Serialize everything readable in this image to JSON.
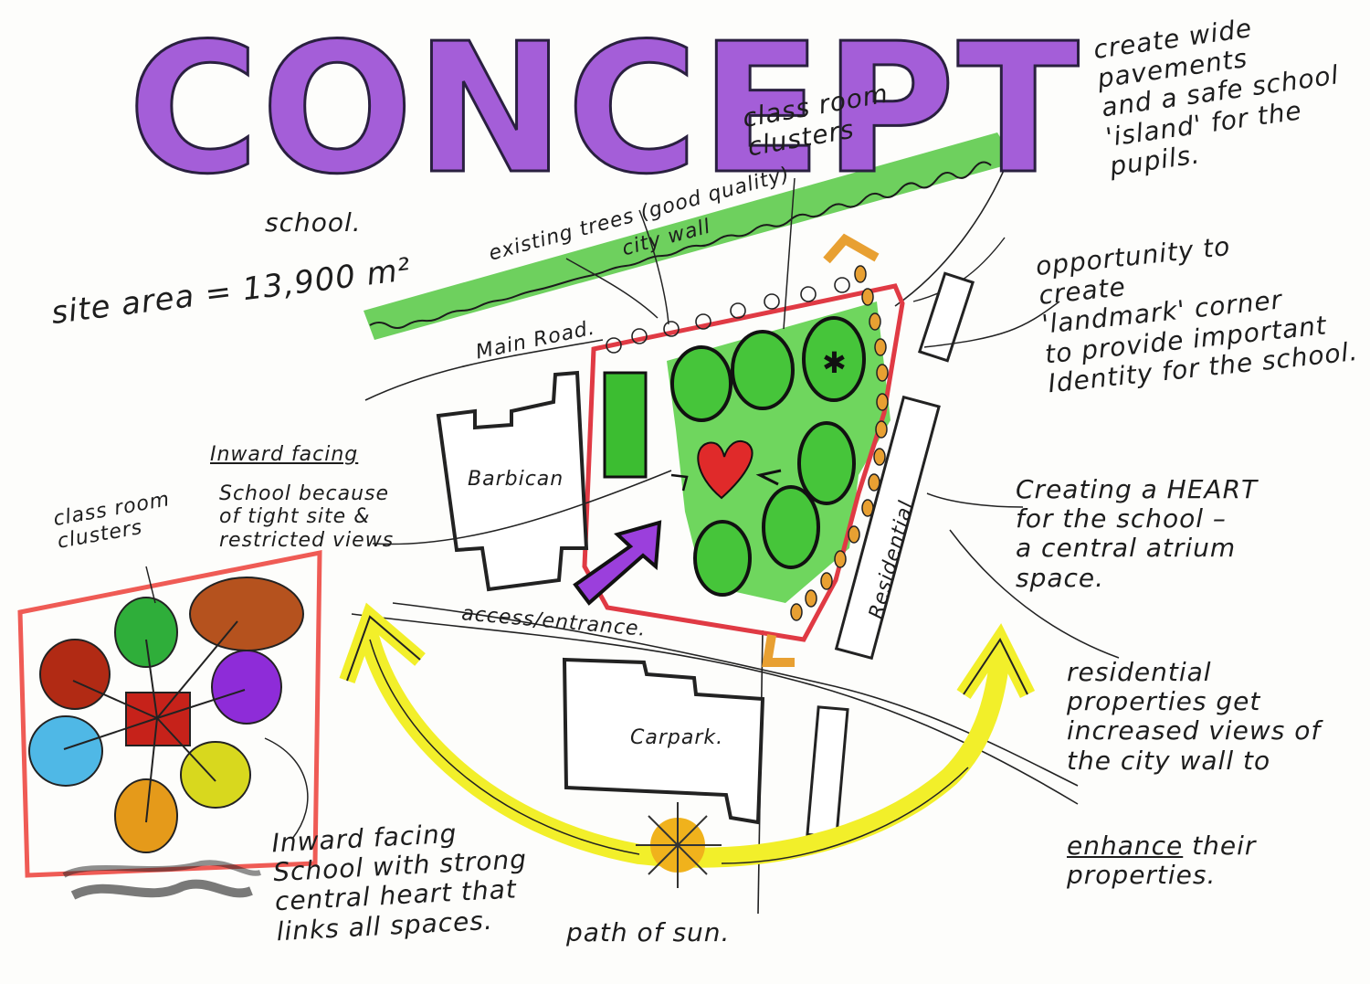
{
  "title": "CONCEPT",
  "site": {
    "school_label": "school.",
    "area_label": "site area = 13,900 m²"
  },
  "plan_labels": {
    "main_road": "Main Road.",
    "existing_trees": "existing trees (good quality)",
    "city_wall": "city wall",
    "class_room_clusters": "class room\nclusters",
    "barbican": "Barbican",
    "carpark": "Carpark.",
    "residential": "Residential",
    "access_entrance": "access/entrance.",
    "path_of_sun": "path of sun."
  },
  "notes": {
    "pavements": "create wide pavements\nand a safe school\n'island' for the\npupils.",
    "landmark": "opportunity to\ncreate\n'landmark' corner\nto provide important\nIdentity for the school.",
    "heart": "Creating a HEART\nfor the school –\na central atrium\nspace.",
    "residential_views": "residential\nproperties get\nincreased views of\nthe city wall to",
    "residential_views_tail_1": "enhance",
    "residential_views_tail_2": " their properties.",
    "inward_heading": "Inward facing",
    "inward_body": "School because\nof tight site &\nrestricted views",
    "inward_strong": "Inward facing\nSchool with strong\ncentral heart that\nlinks all spaces.",
    "small_clusters": "class room\nclusters"
  },
  "colors": {
    "title_purple": "#a45ed8",
    "road_green": "#57c84a",
    "tree_green": "#3fbf36",
    "site_red": "#e2434d",
    "heart_red": "#e02a2a",
    "arrow_purple": "#8f35d6",
    "sun_yellow": "#f2ef2a",
    "orange_dots": "#e8a032",
    "cluster_orange_brown": "#b5521e",
    "cluster_red": "#b12a14",
    "cluster_blue": "#4fb8e6",
    "cluster_yellow": "#d8d81e",
    "cluster_orange": "#e59a1a"
  },
  "icons": [
    "heart-icon",
    "sun-icon",
    "arrow-icon"
  ]
}
